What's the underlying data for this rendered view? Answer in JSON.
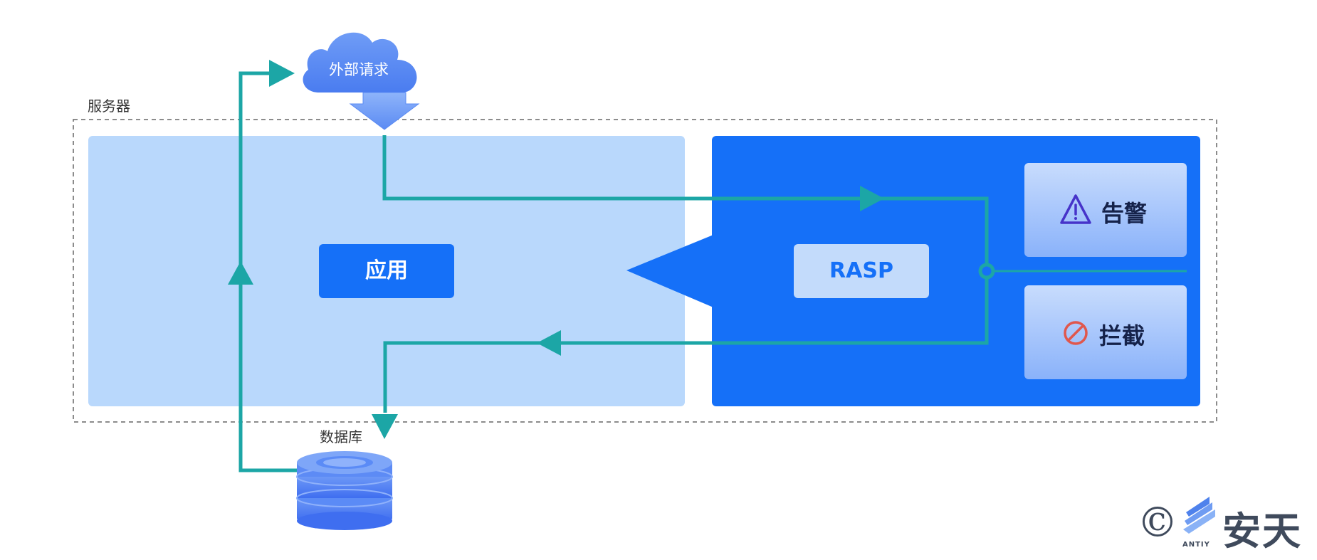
{
  "labels": {
    "server": "服务器",
    "external_request": "外部请求",
    "application": "应用",
    "rasp": "RASP",
    "alert": "告警",
    "block": "拦截",
    "database": "数据库"
  },
  "icons": {
    "alert": "warning-triangle-icon",
    "block": "prohibited-icon",
    "request": "cloud-icon",
    "database": "database-icon"
  },
  "logo": {
    "text": "安天",
    "subtext": "ANTIY",
    "copyright": "©"
  },
  "colors": {
    "flow": "#1ca6a6",
    "rasp_panel": "#1570f8",
    "app_panel": "#b9d8fc",
    "cloud": "#5b8df3",
    "database": "#4c7ef4",
    "alert_icon": "#4633c9",
    "block_icon": "#e0574d"
  }
}
